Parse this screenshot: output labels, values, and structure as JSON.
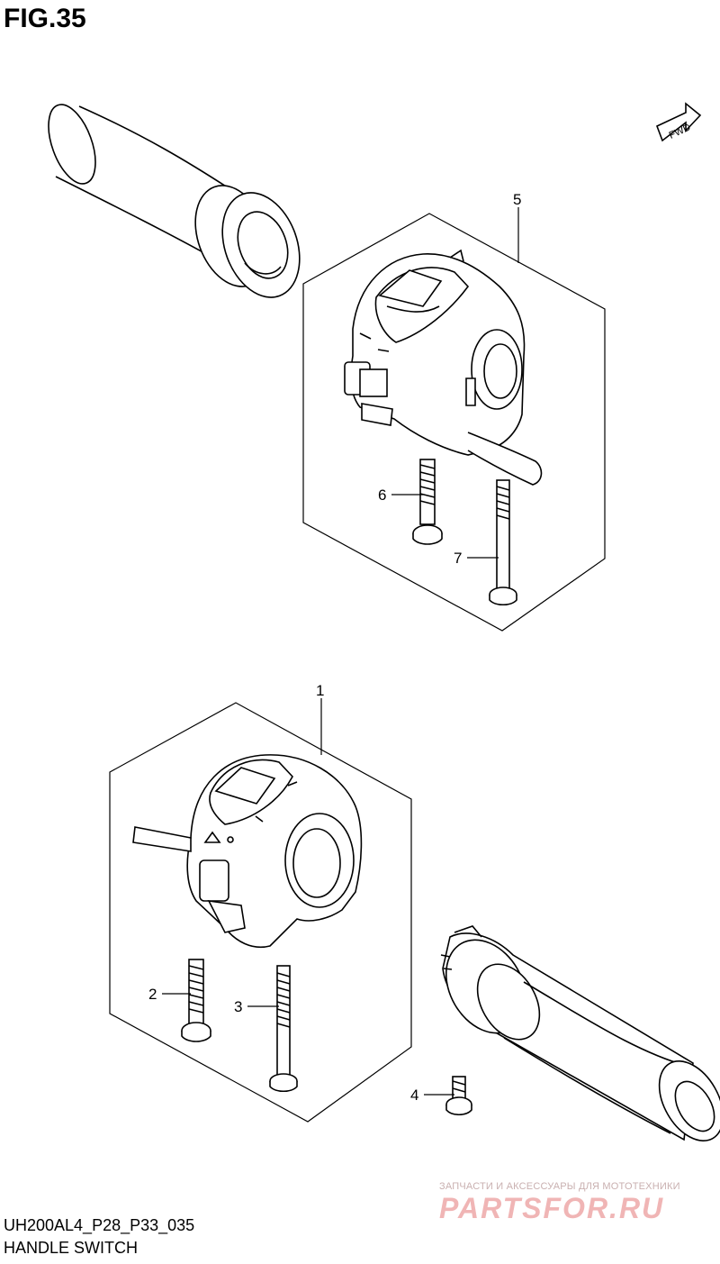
{
  "figure": {
    "title": "FIG.35",
    "code": "UH200AL4_P28_P33_035",
    "name": "HANDLE SWITCH",
    "direction_badge": "FWD"
  },
  "callouts": [
    {
      "id": "1",
      "label": "1"
    },
    {
      "id": "2",
      "label": "2"
    },
    {
      "id": "3",
      "label": "3"
    },
    {
      "id": "4",
      "label": "4"
    },
    {
      "id": "5",
      "label": "5"
    },
    {
      "id": "6",
      "label": "6"
    },
    {
      "id": "7",
      "label": "7"
    }
  ],
  "watermark": {
    "tagline": "ЗАПЧАСТИ И АКСЕССУАРЫ ДЛЯ МОТОТЕХНИКИ",
    "logo": "PARTSFOR.RU"
  }
}
